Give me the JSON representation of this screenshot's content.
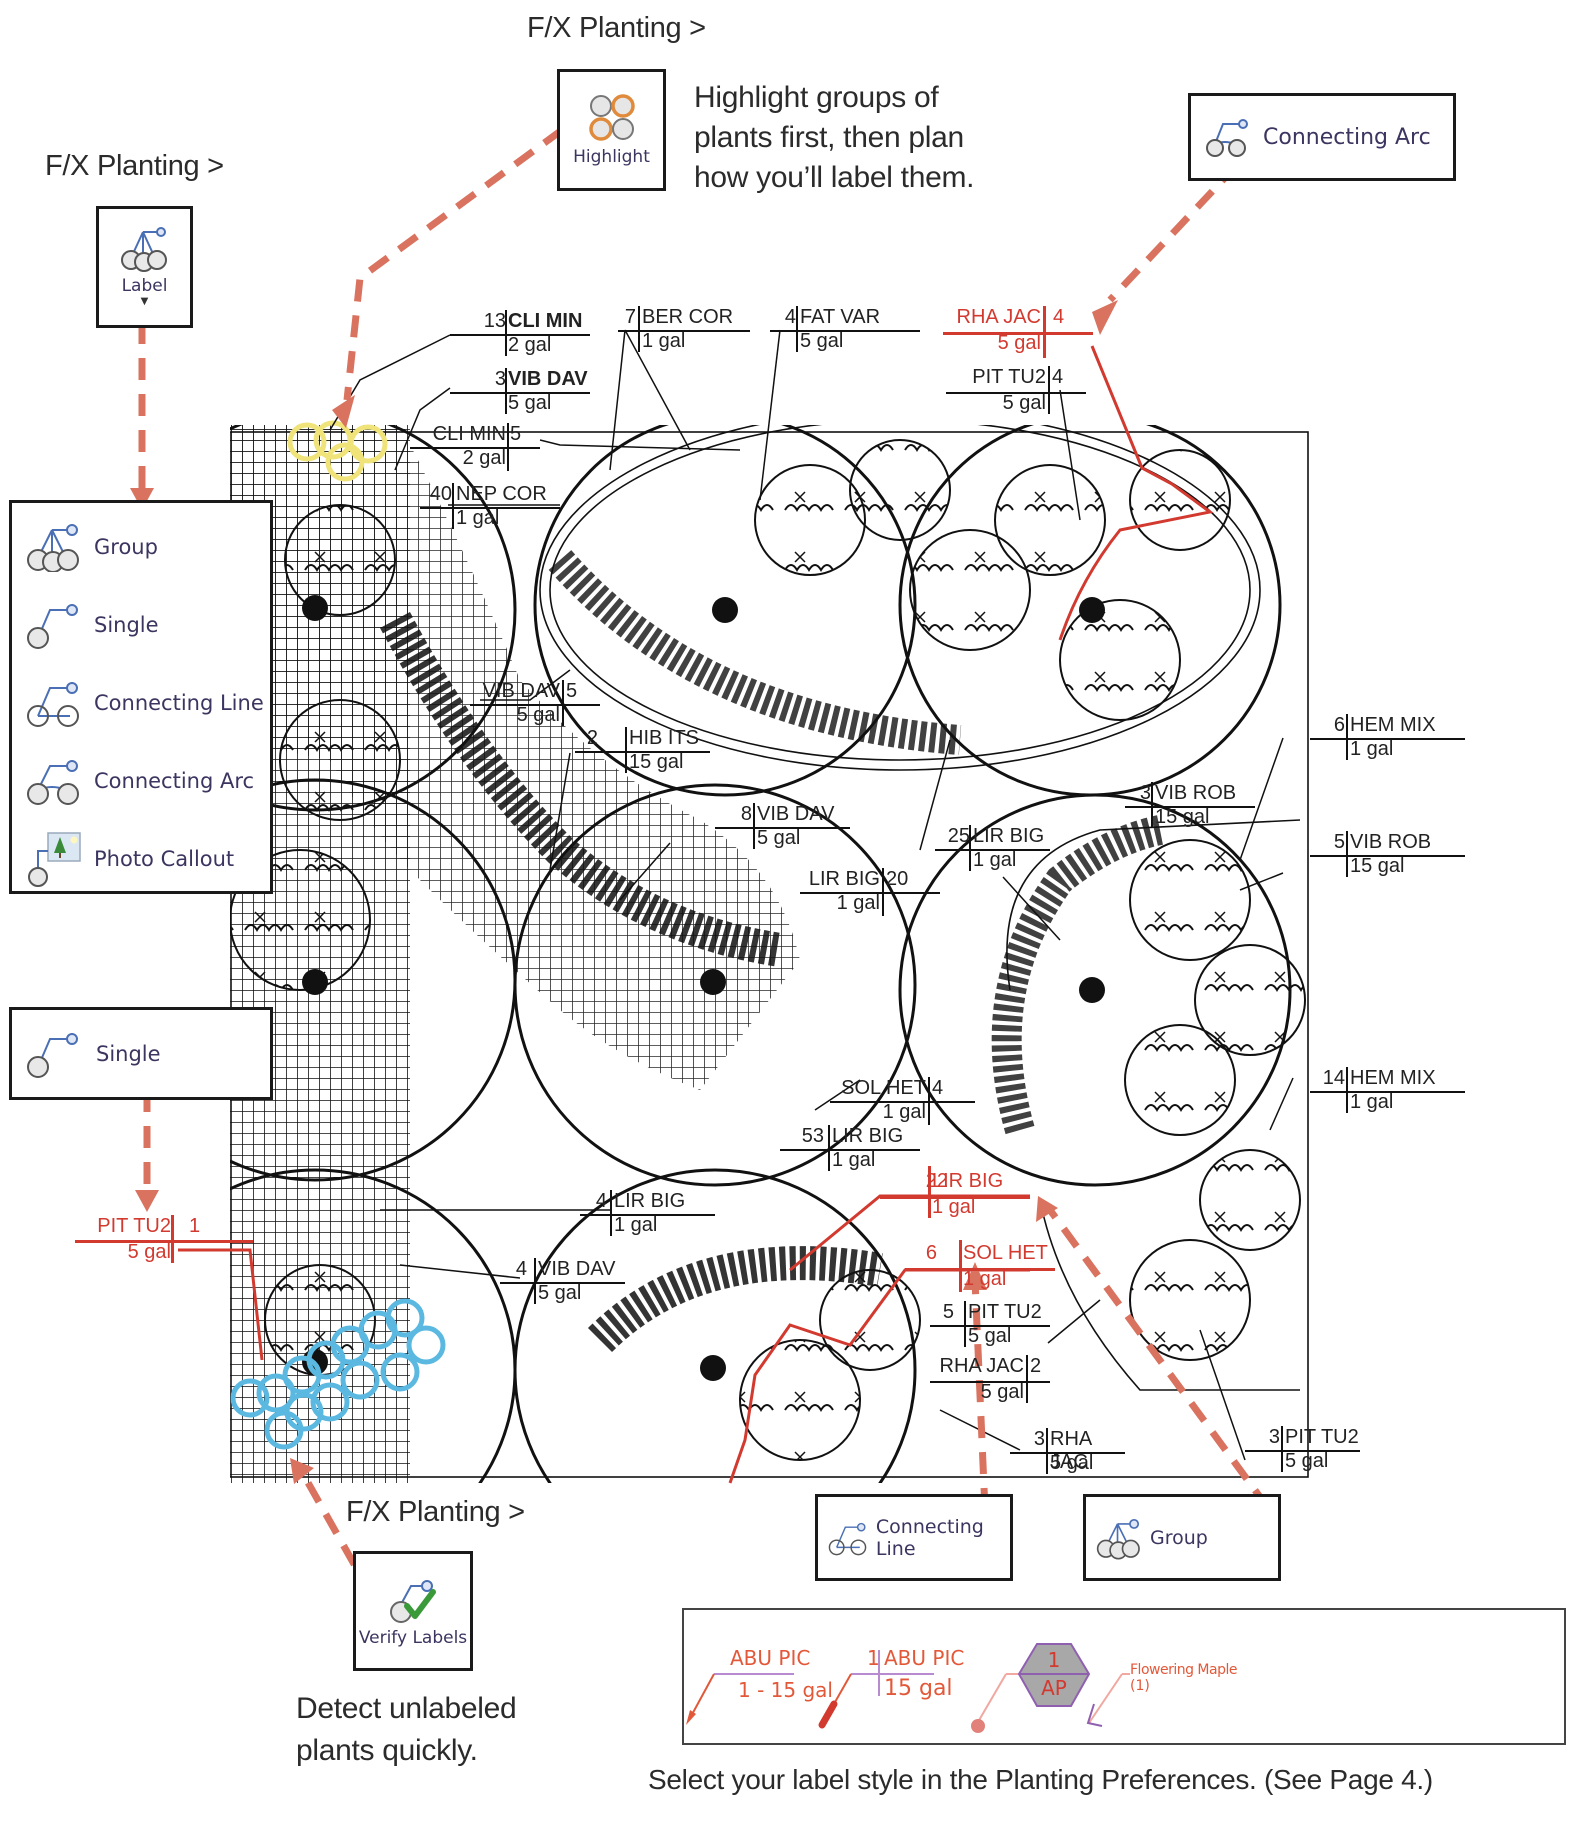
{
  "colors": {
    "arrow": "#d9735f",
    "red_label": "#d23a30",
    "highlight_yellow": "#efe37a",
    "verify_blue": "#5bb8e0",
    "icon_blue": "#4a6fb5",
    "tool_text": "#3b3560",
    "style_purple": "#a070c0",
    "style_orange": "#e2593a"
  },
  "callouts": {
    "highlight": {
      "heading": "F/X Planting >",
      "button_label": "Highlight",
      "icon": "highlight-circles-icon",
      "description_lines": [
        "Highlight groups of",
        "plants first, then plan",
        "how you’ll label them."
      ]
    },
    "label": {
      "heading": "F/X Planting >",
      "button_label": "Label",
      "icon": "label-group-icon",
      "dropdown_icon": "dropdown-arrow-icon"
    },
    "connecting_arc_top": {
      "label": "Connecting Arc",
      "icon": "connecting-arc-icon"
    },
    "label_menu": {
      "items": [
        {
          "label": "Group",
          "icon": "group-label-icon"
        },
        {
          "label": "Single",
          "icon": "single-label-icon"
        },
        {
          "label": "Connecting Line",
          "icon": "connecting-line-icon"
        },
        {
          "label": "Connecting Arc",
          "icon": "connecting-arc-icon"
        },
        {
          "label": "Photo Callout",
          "icon": "photo-callout-icon"
        }
      ]
    },
    "single": {
      "label": "Single",
      "icon": "single-label-icon"
    },
    "verify": {
      "heading": "F/X Planting >",
      "button_label": "Verify Labels",
      "icon": "verify-labels-icon",
      "description_lines": [
        "Detect unlabeled",
        "plants quickly."
      ]
    },
    "connecting_line": {
      "label": "Connecting Line",
      "icon": "connecting-line-icon"
    },
    "group": {
      "label": "Group",
      "icon": "group-label-icon"
    }
  },
  "plan_labels": {
    "black": [
      {
        "qty": "13",
        "code": "CLI MIN",
        "size": "2 gal"
      },
      {
        "qty": "3",
        "code": "VIB DAV",
        "size": "5 gal"
      },
      {
        "qty": "7",
        "code": "BER COR",
        "size": "1 gal"
      },
      {
        "qty": "4",
        "code": "FAT VAR",
        "size": "5 gal"
      },
      {
        "qty": "5",
        "code": "CLI MIN",
        "size": "2 gal",
        "style": "right"
      },
      {
        "qty": "40",
        "code": "NEP COR",
        "size": "1 gal"
      },
      {
        "qty": "4",
        "code": "PIT TU2",
        "size": "5 gal",
        "style": "right"
      },
      {
        "qty": "5",
        "code": "VIB DAV",
        "size": "5 gal",
        "style": "right"
      },
      {
        "qty": "2",
        "code": "HIB ITS",
        "size": "15 gal"
      },
      {
        "qty": "6",
        "code": "HEM MIX",
        "size": "1 gal"
      },
      {
        "qty": "3",
        "code": "VIB ROB",
        "size": "15 gal"
      },
      {
        "qty": "8",
        "code": "VIB DAV",
        "size": "5 gal"
      },
      {
        "qty": "25",
        "code": "LIR BIG",
        "size": "1 gal"
      },
      {
        "qty": "5",
        "code": "VIB ROB",
        "size": "15 gal"
      },
      {
        "qty": "20",
        "code": "LIR BIG",
        "size": "1 gal",
        "style": "right"
      },
      {
        "qty": "4",
        "code": "SOL HET",
        "size": "1 gal",
        "style": "right"
      },
      {
        "qty": "14",
        "code": "HEM MIX",
        "size": "1 gal"
      },
      {
        "qty": "53",
        "code": "LIR BIG",
        "size": "1 gal"
      },
      {
        "qty": "4",
        "code": "LIR BIG",
        "size": "1 gal"
      },
      {
        "qty": "4",
        "code": "VIB DAV",
        "size": "5 gal"
      },
      {
        "qty": "5",
        "code": "PIT TU2",
        "size": "5 gal"
      },
      {
        "qty": "2",
        "code": "RHA JAC",
        "size": "5 gal",
        "style": "right"
      },
      {
        "qty": "3",
        "code": "RHA JAC",
        "size": "5 gal"
      },
      {
        "qty": "3",
        "code": "PIT TU2",
        "size": "5 gal"
      }
    ],
    "red": [
      {
        "qty": "4",
        "code": "RHA JAC",
        "size": "5 gal",
        "style": "right"
      },
      {
        "qty": "1",
        "code": "PIT TU2",
        "size": "5 gal",
        "style": "right"
      },
      {
        "qty": "22",
        "code": "LIR BIG",
        "size": "1 gal"
      },
      {
        "qty": "6",
        "code": "SOL HET",
        "size": "1 gal"
      }
    ]
  },
  "label_styles": {
    "caption": "Select your label style in the Planting Preferences. (See Page 4.)",
    "examples": [
      {
        "line1": "ABU PIC",
        "line2": "1 - 15 gal"
      },
      {
        "qty": "1",
        "line1": "ABU PIC",
        "line2": "15 gal"
      },
      {
        "qty": "1",
        "code": "AP"
      },
      {
        "line1": "Flowering Maple",
        "line2": "(1)"
      }
    ]
  }
}
